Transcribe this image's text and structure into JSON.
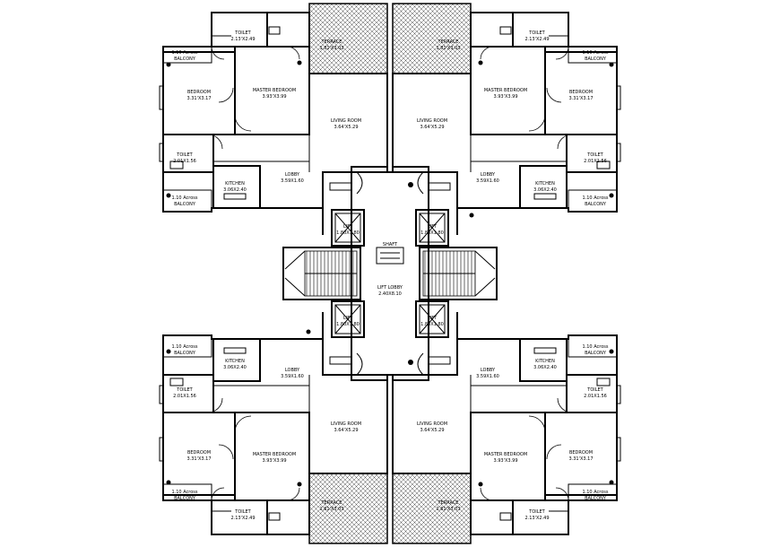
{
  "quadrants": [
    {
      "id": "top-left",
      "rooms": {
        "toilet_top": {
          "name": "TOILET",
          "dim": "2.13'X2.49"
        },
        "master": {
          "name": "MASTER BEDROOM",
          "dim": "3.93'X3.99"
        },
        "bedroom": {
          "name": "BEDROOM",
          "dim": "3.31'X3.17"
        },
        "living": {
          "name": "LIVING ROOM",
          "dim": "3.64'X5.29"
        },
        "toilet_side": {
          "name": "TOILET",
          "dim": "2.01X1.56"
        },
        "lobby": {
          "name": "LOBBY",
          "dim": "3.59X1.60"
        },
        "kitchen": {
          "name": "KITCHEN",
          "dim": "3.06X2.40"
        },
        "balcony_top": {
          "name": "1.10 Across",
          "sub": "BALCONY"
        },
        "balcony_bottom": {
          "name": "1.10 Across",
          "sub": "BALCONY"
        },
        "terrace": {
          "name": "TERRACE",
          "dim": "1.81'X3.03"
        }
      }
    },
    {
      "id": "top-right",
      "rooms": {
        "toilet_top": {
          "name": "TOILET",
          "dim": "2.13'X2.49"
        },
        "master": {
          "name": "MASTER BEDROOM",
          "dim": "3.93'X3.99"
        },
        "bedroom": {
          "name": "BEDROOM",
          "dim": "3.31'X3.17"
        },
        "living": {
          "name": "LIVING ROOM",
          "dim": "3.64'X5.29"
        },
        "toilet_side": {
          "name": "TOILET",
          "dim": "2.01X1.56"
        },
        "lobby": {
          "name": "LOBBY",
          "dim": "3.59X1.60"
        },
        "kitchen": {
          "name": "KITCHEN",
          "dim": "3.06X2.40"
        },
        "balcony_top": {
          "name": "1.10 Across",
          "sub": "BALCONY"
        },
        "balcony_bottom": {
          "name": "1.10 Across",
          "sub": "BALCONY"
        },
        "terrace": {
          "name": "TERRACE",
          "dim": "1.81'X3.03"
        }
      }
    },
    {
      "id": "bottom-left",
      "rooms": {
        "toilet_top": {
          "name": "TOILET",
          "dim": "2.13'X2.49"
        },
        "master": {
          "name": "MASTER BEDROOM",
          "dim": "3.93'X3.99"
        },
        "bedroom": {
          "name": "BEDROOM",
          "dim": "3.31'X3.17"
        },
        "living": {
          "name": "LIVING ROOM",
          "dim": "3.64'X5.29"
        },
        "toilet_side": {
          "name": "TOILET",
          "dim": "2.01X1.56"
        },
        "lobby": {
          "name": "LOBBY",
          "dim": "3.59X1.60"
        },
        "kitchen": {
          "name": "KITCHEN",
          "dim": "3.06X2.40"
        },
        "balcony_top": {
          "name": "1.10 Across",
          "sub": "BALCONY"
        },
        "balcony_bottom": {
          "name": "1.10 Across",
          "sub": "BALCONY"
        },
        "terrace": {
          "name": "TERRACE",
          "dim": "1.81'X3.03"
        }
      }
    },
    {
      "id": "bottom-right",
      "rooms": {
        "toilet_top": {
          "name": "TOILET",
          "dim": "2.13'X2.49"
        },
        "master": {
          "name": "MASTER BEDROOM",
          "dim": "3.93'X3.99"
        },
        "bedroom": {
          "name": "BEDROOM",
          "dim": "3.31'X3.17"
        },
        "living": {
          "name": "LIVING ROOM",
          "dim": "3.64'X5.29"
        },
        "toilet_side": {
          "name": "TOILET",
          "dim": "2.01X1.56"
        },
        "lobby": {
          "name": "LOBBY",
          "dim": "3.59X1.60"
        },
        "kitchen": {
          "name": "KITCHEN",
          "dim": "3.06X2.40"
        },
        "balcony_top": {
          "name": "1.10 Across",
          "sub": "BALCONY"
        },
        "balcony_bottom": {
          "name": "1.10 Across",
          "sub": "BALCONY"
        },
        "terrace": {
          "name": "TERRACE",
          "dim": "1.81'X3.03"
        }
      }
    }
  ],
  "core": {
    "lift_label": "LIFT",
    "lift_dim": "1.80X1.80",
    "shaft_label": "SHAFT",
    "lobby_label": "LIFT LOBBY",
    "lobby_dim": "2.40X8.10"
  },
  "colors": {
    "ink": "#000000",
    "paper": "#ffffff"
  }
}
